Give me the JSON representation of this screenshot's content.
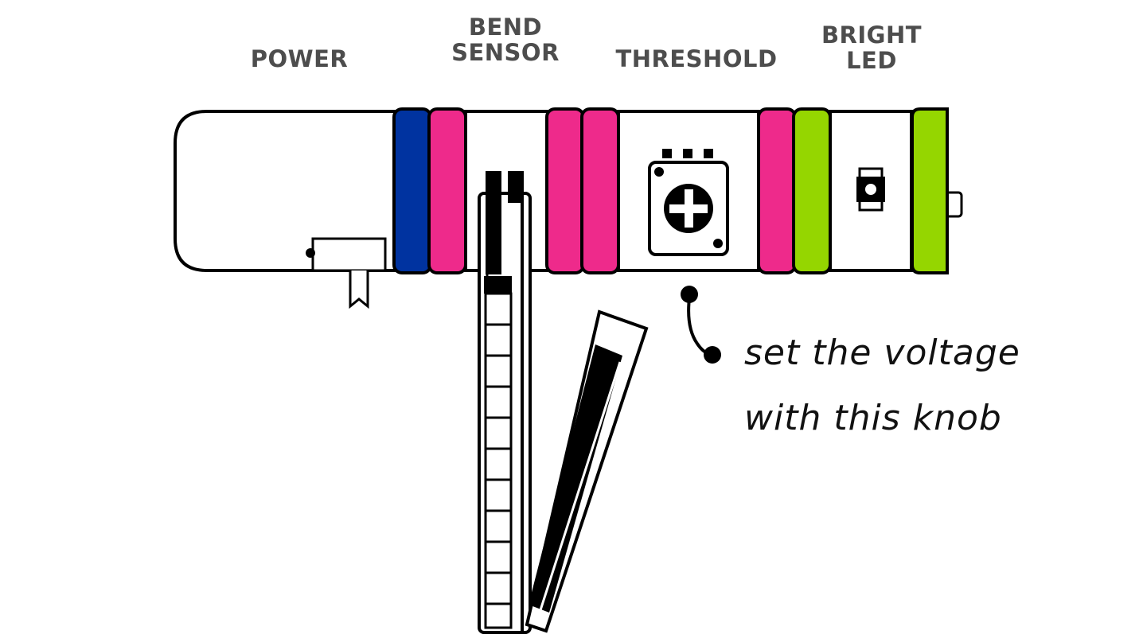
{
  "modules": {
    "power": {
      "label": "POWER"
    },
    "bend_sensor": {
      "label_line1": "BEND",
      "label_line2": "SENSOR"
    },
    "threshold": {
      "label": "THRESHOLD"
    },
    "bright_led": {
      "label_line1": "BRIGHT",
      "label_line2": "LED"
    }
  },
  "annotation": {
    "line1": "set the voltage",
    "line2": "with this knob"
  },
  "colors": {
    "power_connector": "#0033a0",
    "signal_connector": "#ee2a8b",
    "output_connector": "#95d600",
    "label_text": "#4d4d4d"
  }
}
